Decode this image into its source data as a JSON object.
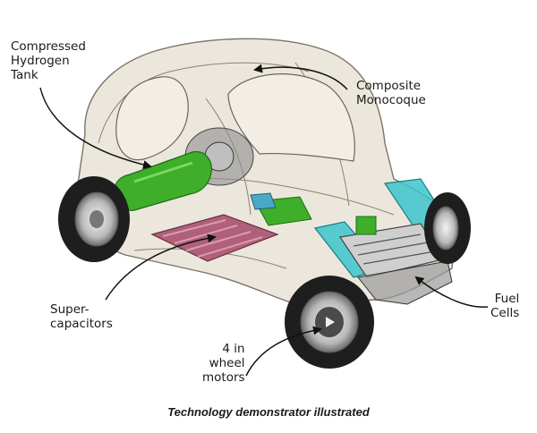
{
  "labels": {
    "hydrogen_tank": [
      "Compressed",
      "Hydrogen",
      "Tank"
    ],
    "monocoque": [
      "Composite",
      "Monocoque"
    ],
    "supercapacitors": [
      "Super-",
      "capacitors"
    ],
    "wheel_motors": [
      "4 in",
      "wheel",
      "motors"
    ],
    "fuel_cells": [
      "Fuel",
      "Cells"
    ]
  },
  "caption": "Technology demonstrator illustrated",
  "colors": {
    "tank_green": "#3fae2a",
    "capacitor_pink": "#b0607a",
    "fuel_cell_cyan": "#3cc4cc",
    "body_beige": "#d9d0bd",
    "tire_dark": "#1e1e1e"
  }
}
